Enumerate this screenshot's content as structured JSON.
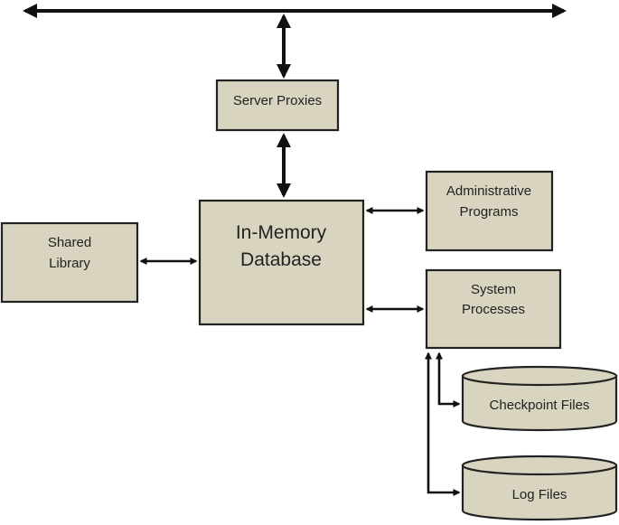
{
  "nodes": {
    "server_proxies": "Server Proxies",
    "in_memory_database": [
      "In-Memory",
      "Database"
    ],
    "shared_library": [
      "Shared",
      "Library"
    ],
    "administrative_programs": [
      "Administrative",
      "Programs"
    ],
    "system_processes": [
      "System",
      "Processes"
    ],
    "checkpoint_files": "Checkpoint Files",
    "log_files": "Log Files"
  },
  "colors": {
    "box_fill": "#d9d4c0",
    "stroke": "#222222"
  }
}
